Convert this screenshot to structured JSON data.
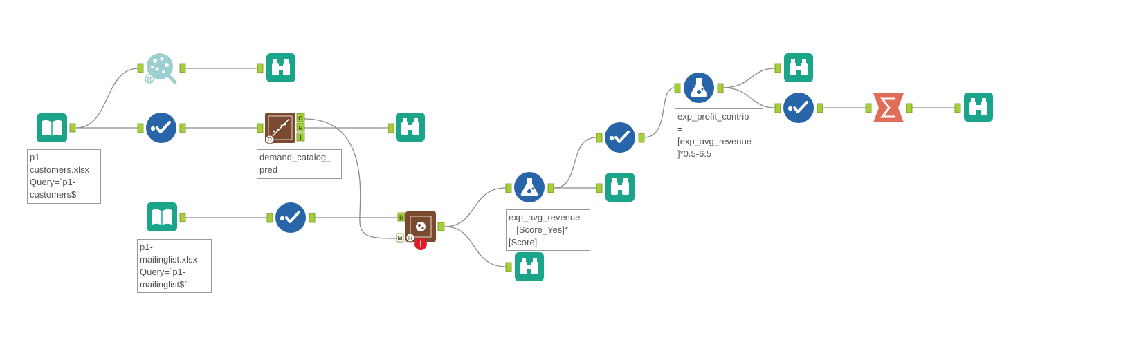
{
  "canvas": {
    "annotations": {
      "customers_input": "p1-\ncustomers.xlsx\nQuery=`p1-\ncustomers$`",
      "mailinglist_input": "p1-\nmailinglist.xlsx\nQuery=`p1-\nmailinglist$`",
      "linear_model": "demand_catalog_\npred",
      "formula_avg_revenue": "exp_avg_revenue\n= [Score_Yes]*\n[Score]",
      "formula_profit": "exp_profit_contrib\n=\n[exp_avg_revenue\n]*0.5-6.5"
    },
    "model_anchor_labels": [
      "O",
      "R",
      "I"
    ],
    "score_anchor_labels": [
      "D",
      "M"
    ],
    "colors": {
      "input_teal": "#1aa58b",
      "select_blue": "#2764a8",
      "predictive_brown": "#7a4a30",
      "summarize_orange": "#e06d57",
      "anchor_green": "#a6ce39",
      "connector_gray": "#8a8a8a",
      "error_red": "#e31b23"
    },
    "icons": [
      "book-input-icon",
      "field-summary-icon",
      "browse-binoculars-icon",
      "select-check-icon",
      "linear-regression-icon",
      "score-icon",
      "formula-flask-icon",
      "summarize-sigma-icon",
      "error-icon"
    ]
  }
}
